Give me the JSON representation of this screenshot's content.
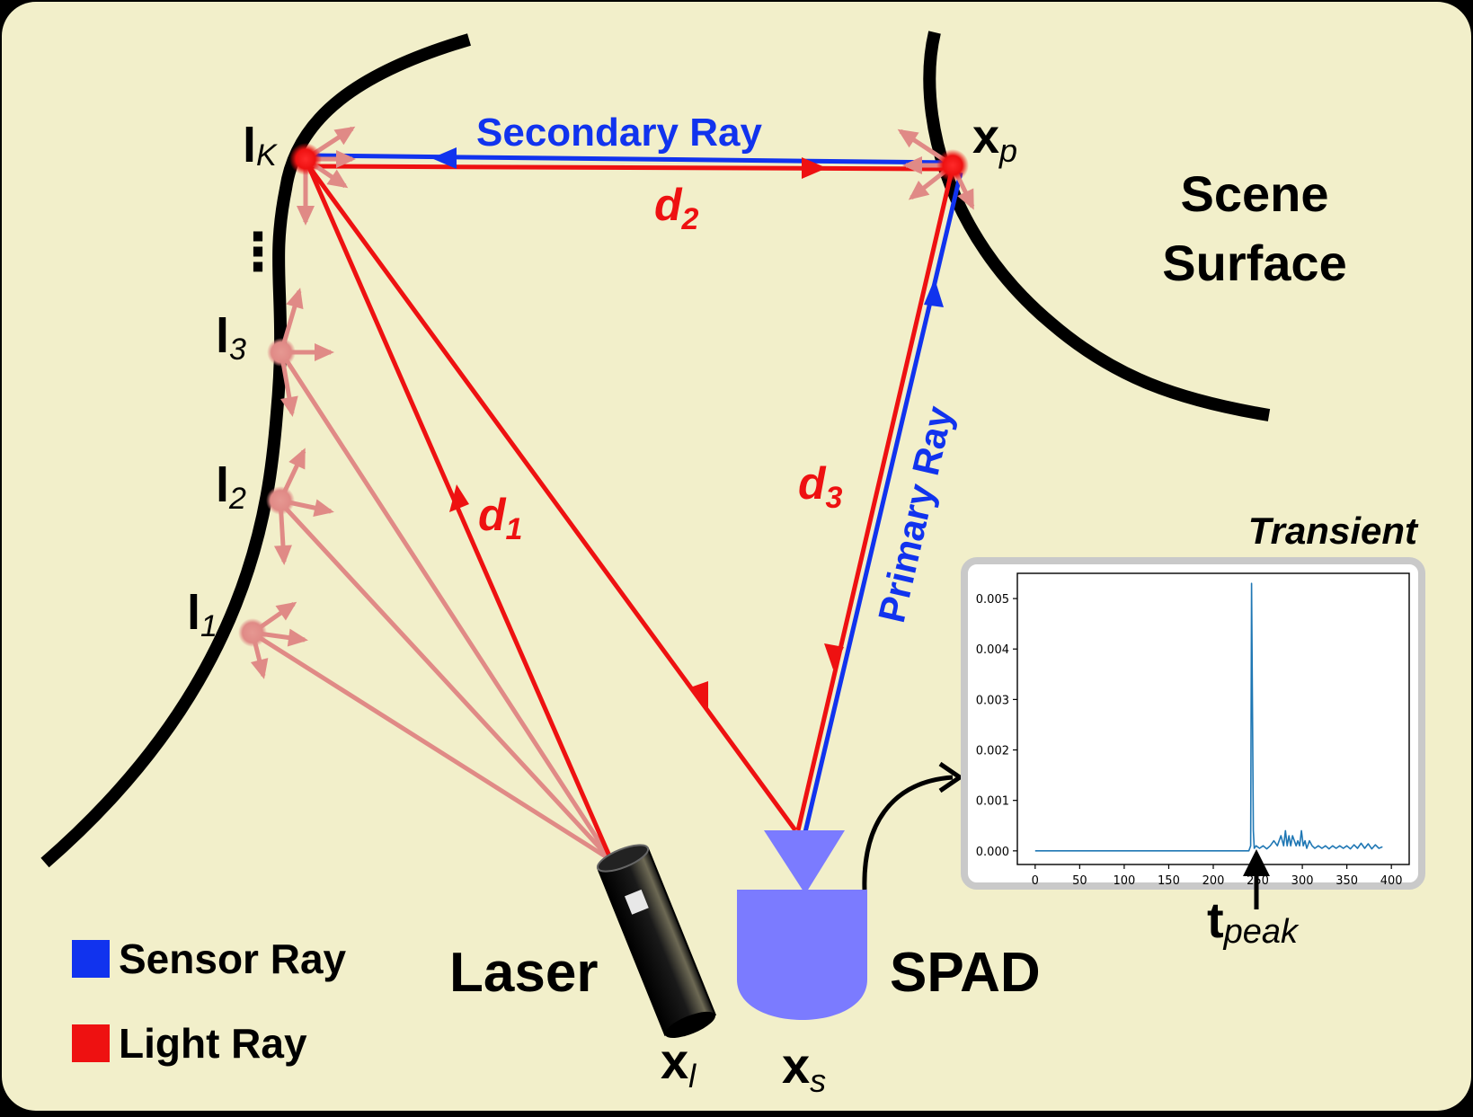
{
  "colors": {
    "background": "#f2efca",
    "sensor_ray": "#1133ee",
    "light_ray": "#ee1111",
    "faded_ray": "#e08a86",
    "surface": "#000000",
    "spad": "#7b7bff",
    "plot_line": "#1f77b4"
  },
  "labels": {
    "secondary_ray": "Secondary Ray",
    "primary_ray": "Primary Ray",
    "scene_surface_line1": "Scene",
    "scene_surface_line2": "Surface",
    "laser": "Laser",
    "spad": "SPAD",
    "transient": "Transient",
    "dots": "⋮"
  },
  "symbols": {
    "lk_base": "l",
    "lk_sub": "K",
    "l3_base": "l",
    "l3_sub": "3",
    "l2_base": "l",
    "l2_sub": "2",
    "l1_base": "l",
    "l1_sub": "1",
    "xp_base": "x",
    "xp_sub": "p",
    "xl_base": "x",
    "xl_sub": "l",
    "xs_base": "x",
    "xs_sub": "s",
    "d1_base": "d",
    "d1_sub": "1",
    "d2_base": "d",
    "d2_sub": "2",
    "d3_base": "d",
    "d3_sub": "3",
    "tpeak_base": "t",
    "tpeak_sub": "peak"
  },
  "legend": [
    {
      "label": "Sensor Ray",
      "color": "#1133ee"
    },
    {
      "label": "Light Ray",
      "color": "#ee1111"
    }
  ],
  "chart_data": {
    "type": "line",
    "xlim": [
      0,
      400
    ],
    "ylim": [
      0,
      0.0055
    ],
    "x_ticks": [
      "0",
      "50",
      "100",
      "150",
      "200",
      "250",
      "300",
      "350",
      "400"
    ],
    "y_ticks": [
      "0.000",
      "0.001",
      "0.002",
      "0.003",
      "0.004",
      "0.005"
    ],
    "series": [
      {
        "x": [
          0,
          240,
          242,
          243,
          245,
          246,
          248,
          252,
          256,
          260,
          264,
          268,
          272,
          276,
          279,
          281,
          283,
          285,
          287,
          289,
          291,
          293,
          295,
          297,
          299,
          301,
          303,
          305,
          308,
          311,
          314,
          318,
          322,
          326,
          330,
          334,
          338,
          342,
          346,
          350,
          354,
          358,
          362,
          366,
          370,
          374,
          378,
          382,
          386,
          390
        ],
        "y": [
          0,
          0,
          0.0001,
          0.0053,
          0.0004,
          5e-05,
          0.0001,
          5e-05,
          0.0001,
          4e-05,
          0.0001,
          0.0002,
          0.0001,
          0.0003,
          0.0001,
          0.0004,
          0.0001,
          0.0003,
          0.0001,
          0.0003,
          0.0002,
          0.0001,
          0.0002,
          0.0001,
          0.0004,
          0.0001,
          0.0002,
          5e-05,
          0.0002,
          0.0001,
          5e-05,
          0.0001,
          5e-05,
          0.0001,
          4e-05,
          0.0001,
          5e-05,
          0.0001,
          5e-05,
          0.0001,
          4e-05,
          0.00012,
          5e-05,
          0.00015,
          5e-05,
          0.00014,
          4e-05,
          0.00012,
          5e-05,
          8e-05
        ]
      }
    ]
  }
}
